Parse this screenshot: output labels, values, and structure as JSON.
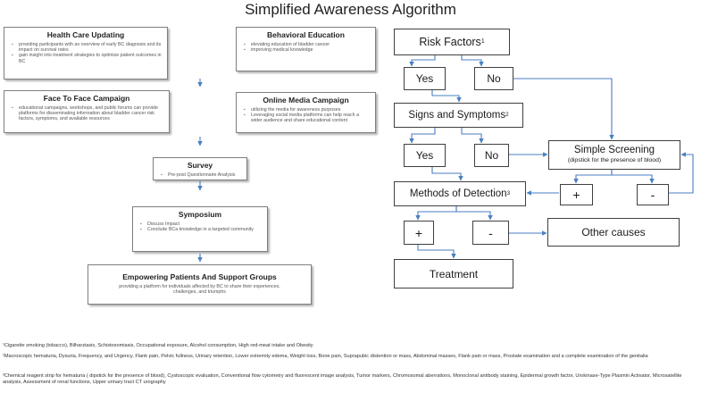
{
  "title": "Simplified Awareness Algorithm",
  "left_cards": {
    "health_care": {
      "heading": "Health Care Updating",
      "bullets": [
        "providing participants with an overview of early BC diagnosis and its impact on survival rates",
        "gain insight into treatment strategies to optimize patient outcomes in BC"
      ]
    },
    "behavioral": {
      "heading": "Behavioral Education",
      "bullets": [
        "elevating education of bladder cancer",
        "improving medical knowledge"
      ]
    },
    "face_to_face": {
      "heading": "Face To Face Campaign",
      "bullets": [
        "educational campaigns, workshops, and public forums can provide platforms for disseminating information about bladder cancer risk factors, symptoms, and available resources"
      ]
    },
    "online_media": {
      "heading": "Online Media Campaign",
      "bullets": [
        "utilizing the media for awareness purposes",
        "Leveraging social media platforms can help reach a wider audience and share educational content"
      ]
    },
    "survey": {
      "heading": "Survey",
      "bullets": [
        "Pre-post Questionnaire Analysis"
      ]
    },
    "symposium": {
      "heading": "Symposium",
      "bullets": [
        "Discuss Impact",
        "Conclude BCa knowledge in a targeted community"
      ]
    },
    "empowering": {
      "heading": "Empowering Patients And Support Groups",
      "bullets": [
        "providing a platform for individuals affected by BC to share their experiences, challenges, and triumphs"
      ]
    }
  },
  "flow": {
    "risk_factors": "Risk Factors",
    "risk_factors_note": "1",
    "yes1": "Yes",
    "no1": "No",
    "signs_symptoms": "Signs and Symptoms",
    "signs_symptoms_note": "2",
    "yes2": "Yes",
    "no2": "No",
    "simple_screening": "Simple Screening",
    "simple_screening_sub": "(dipstick for the presence of blood)",
    "methods_detection": "Methods of Detection",
    "methods_detection_note": "3",
    "plus1": "+",
    "minus1": "-",
    "plus2": "+",
    "minus2": "-",
    "other_causes": "Other causes",
    "treatment": "Treatment"
  },
  "footnotes": {
    "note1": "¹Cigarette smoking (tobacco), Bilharziasis, Schistosomiasis, Occupational exposure, Alcohol consumption, High red-meat intake and Obesity",
    "note2": "²Macroscopic hematuria, Dysuria, Frequency, and Urgency, Flank pain, Pelvic fullness, Urinary retention, Lower extremity edema, Weight loss, Bone pain, Suprapubic distention or mass, Abdominal masses, Flank pain or mass, Prostate examination and a complete examination of the genitalia",
    "note3": "³Chemical reagent strip for hematuria ( dipstick for the presence of blood), Cystoscopic evaluation, Conventional flow cytometry and fluorescent image analysis, Tumor markers, Chromosomal aberrations, Monoclonal antibody staining, Epidermal growth factor, Urokinase-Type Plasmin Activator, Microsatellite analysis, Assessment of renal functions, Upper urinary tract CT urography"
  },
  "colors": {
    "arrow": "#4a7fc1",
    "box_border": "#404040"
  }
}
